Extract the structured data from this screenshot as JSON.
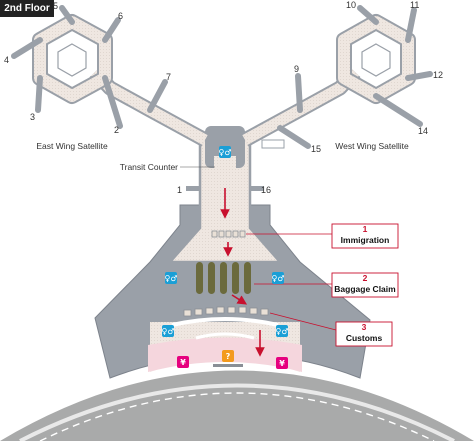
{
  "floor_label": "2nd Floor",
  "wings": {
    "east": "East Wing Satellite",
    "west": "West Wing Satellite"
  },
  "transit_counter": "Transit Counter",
  "gates": [
    "1",
    "2",
    "3",
    "4",
    "5",
    "6",
    "7",
    "9",
    "10",
    "11",
    "12",
    "14",
    "15",
    "16"
  ],
  "steps": [
    {
      "number": "1",
      "label": "Immigration"
    },
    {
      "number": "2",
      "label": "Baggage Claim"
    },
    {
      "number": "3",
      "label": "Customs"
    }
  ],
  "colors": {
    "floor": "#eee6e0",
    "wall": "#9aa0a8",
    "accent": "#c8102e",
    "restroom": "#1a9fd6",
    "shop": "#e6007e",
    "info": "#f39a1e",
    "belt": "#6b6a3c",
    "apron": "#a9aaaa"
  },
  "icons": [
    "restroom-icon",
    "shop-icon",
    "info-icon"
  ]
}
